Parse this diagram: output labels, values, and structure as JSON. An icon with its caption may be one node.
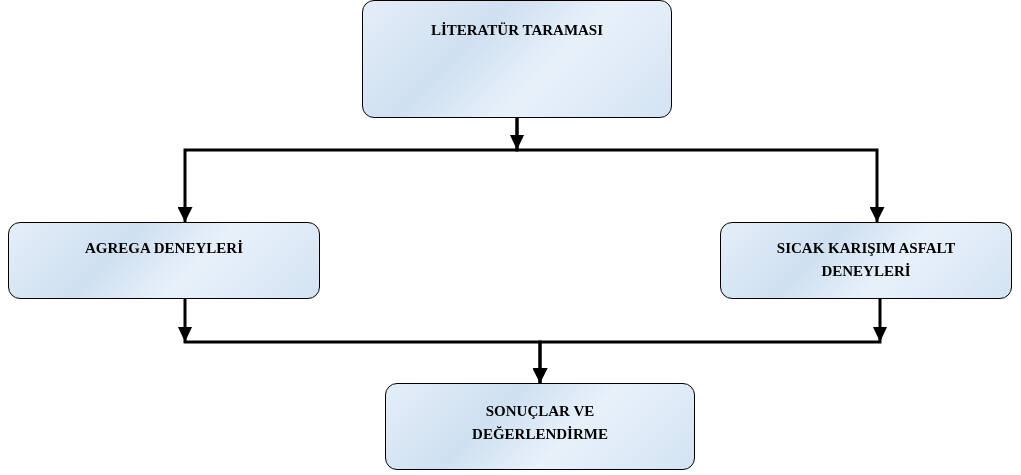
{
  "diagram": {
    "nodes": [
      {
        "text": [
          "LİTERATÜR TARAMASI"
        ]
      },
      {
        "text": [
          "AGREGA DENEYLERİ"
        ]
      },
      {
        "text": [
          "SICAK KARIŞIM ASFALT DENEYLERİ"
        ]
      },
      {
        "text": [
          "SONUÇLAR VE DEĞERLENDİRME"
        ]
      }
    ],
    "edges": [
      {
        "from": 0,
        "to": 1,
        "arrow": "to"
      },
      {
        "from": 0,
        "to": 2,
        "arrow": "to"
      },
      {
        "from": 1,
        "to": 3,
        "arrow": "to"
      },
      {
        "from": 2,
        "to": 3,
        "arrow": "to"
      }
    ]
  }
}
